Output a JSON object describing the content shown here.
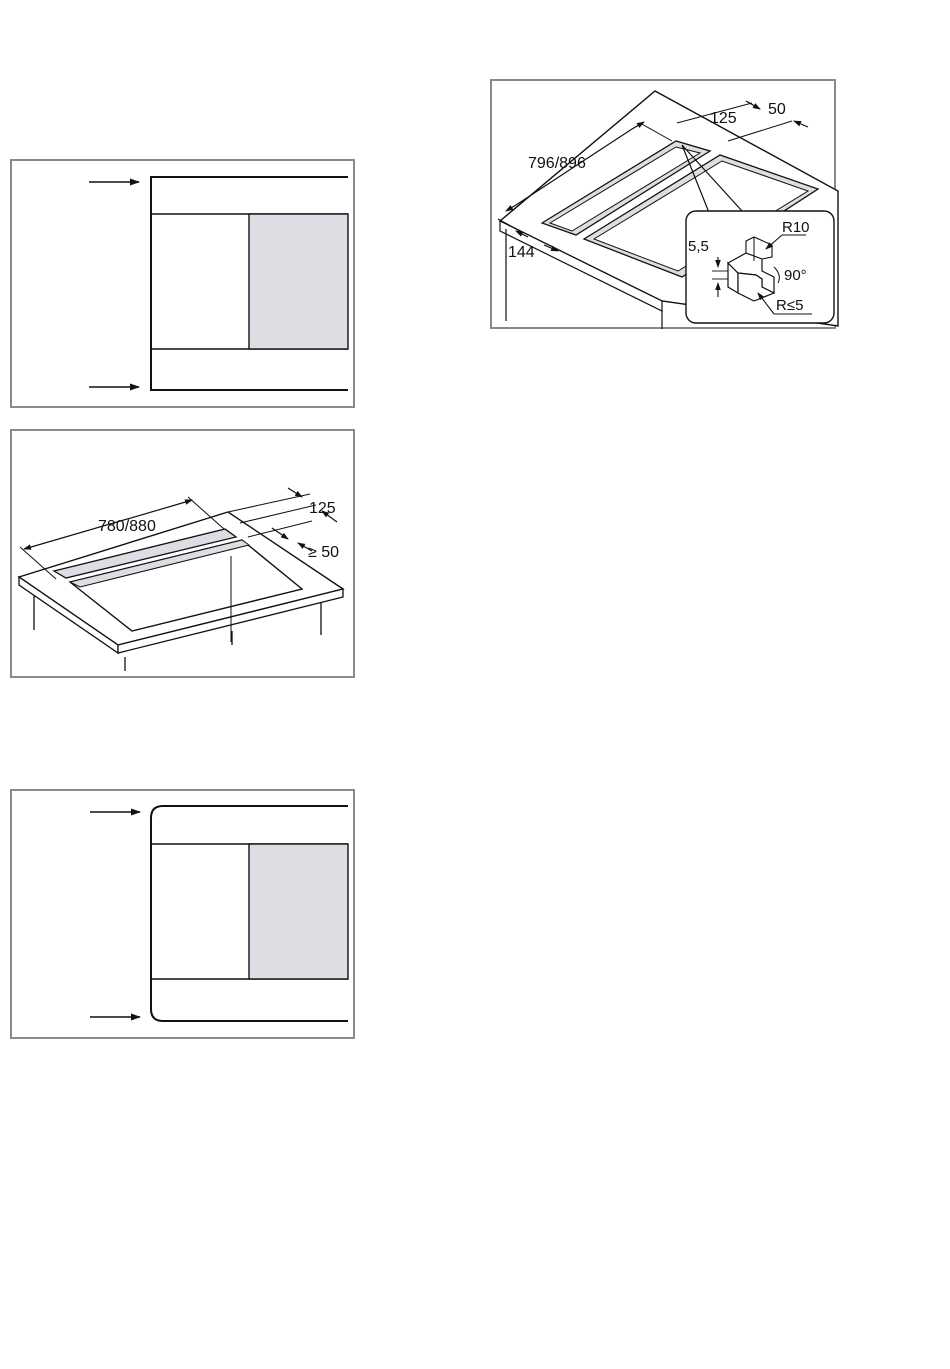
{
  "colors": {
    "frame_border": "#8a8a8a",
    "line": "#111111",
    "cutout_fill": "#dcdee3",
    "countertop_fill": "#ffffff"
  },
  "figures": {
    "cutout_plan_square": {
      "icons": [
        "arrow-right-icon",
        "arrow-right-icon"
      ]
    },
    "countertop_cutout_iso": {
      "labels": {
        "width": "780/880",
        "depth": "125",
        "edge": "≥ 50"
      }
    },
    "cutout_plan_rounded": {
      "icons": [
        "arrow-right-icon",
        "arrow-right-icon"
      ]
    },
    "flush_mount_iso": {
      "labels": {
        "width": "796/896",
        "depth": "125",
        "edge": "50",
        "front": "144",
        "rebate_depth": "5,5",
        "corner_radius": "R10",
        "angle": "90°",
        "inner_radius": "R≤5"
      }
    }
  }
}
